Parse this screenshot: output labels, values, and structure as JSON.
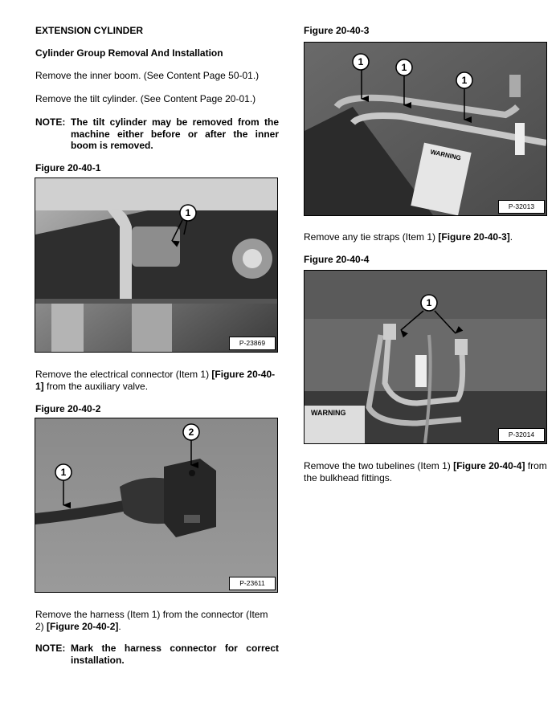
{
  "left": {
    "section_title": "EXTENSION CYLINDER",
    "subsection_title": "Cylinder Group Removal And Installation",
    "step1": "Remove the inner boom. (See Content Page 50-01.)",
    "step2": "Remove the tilt cylinder. (See Content Page 20-01.)",
    "note1": {
      "label": "NOTE:",
      "text": "The tilt cylinder may be removed from the machine either before or after the inner boom is removed."
    },
    "figure1": {
      "caption": "Figure 20-40-1",
      "photo_id": "P-23869",
      "callouts": [
        "1"
      ]
    },
    "step3": {
      "text_a": "Remove the electrical connector (Item 1) ",
      "ref": "[Figure 20-40-1]",
      "text_b": " from the auxiliary valve."
    },
    "figure2": {
      "caption": "Figure 20-40-2",
      "photo_id": "P-23611",
      "callouts": [
        "1",
        "2"
      ]
    },
    "step4": {
      "text_a": "Remove the harness (Item 1) from the connector (Item 2) ",
      "ref": "[Figure 20-40-2]",
      "text_b": "."
    },
    "note2": {
      "label": "NOTE:",
      "text": "Mark the harness connector for correct installation."
    }
  },
  "right": {
    "figure3": {
      "caption": "Figure 20-40-3",
      "photo_id": "P-32013",
      "callouts": [
        "1",
        "1",
        "1"
      ],
      "label_text": "WARNING"
    },
    "step5": {
      "text_a": "Remove any tie straps (Item 1) ",
      "ref": "[Figure 20-40-3]",
      "text_b": "."
    },
    "figure4": {
      "caption": "Figure 20-40-4",
      "photo_id": "P-32014",
      "callouts": [
        "1"
      ],
      "label_text": "WARNING"
    },
    "step6": {
      "text_a": "Remove the two tubelines (Item 1) ",
      "ref": "[Figure 20-40-4]",
      "text_b": " from the bulkhead fittings."
    }
  }
}
